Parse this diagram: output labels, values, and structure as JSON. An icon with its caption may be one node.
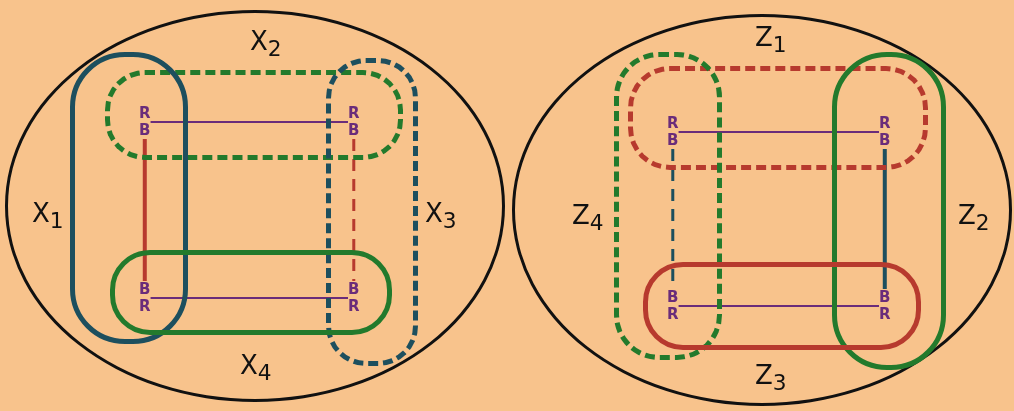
{
  "diagram": {
    "nodes": [
      {
        "text": [],
        "shape": "ellipse"
      },
      {
        "text": [
          "R",
          "B"
        ],
        "in": 0
      },
      {
        "text": [
          "R",
          "B"
        ],
        "in": 0
      },
      {
        "text": [
          "B",
          "R"
        ],
        "in": 0
      },
      {
        "text": [
          "B",
          "R"
        ],
        "in": 0
      },
      {
        "text": [],
        "shape": "ellipse"
      },
      {
        "text": [
          "R",
          "B"
        ],
        "in": 5
      },
      {
        "text": [
          "R",
          "B"
        ],
        "in": 5
      },
      {
        "text": [
          "B",
          "R"
        ],
        "in": 5
      },
      {
        "text": [
          "B",
          "R"
        ],
        "in": 5
      }
    ],
    "edges": [
      {
        "from": 1,
        "to": 2,
        "arrow": "none"
      },
      {
        "from": 3,
        "to": 4,
        "arrow": "none"
      },
      {
        "from": 1,
        "to": 3,
        "arrow": "none",
        "style": "thick",
        "color": "#b73a2e"
      },
      {
        "from": 2,
        "to": 4,
        "arrow": "none",
        "style": "dashed",
        "color": "#b73a2e"
      },
      {
        "from": 6,
        "to": 7,
        "arrow": "none"
      },
      {
        "from": 8,
        "to": 9,
        "arrow": "none"
      },
      {
        "from": 6,
        "to": 8,
        "arrow": "none",
        "style": "dashed",
        "color": "#1d4f5e"
      },
      {
        "from": 7,
        "to": 9,
        "arrow": "none",
        "style": "thick",
        "color": "#1d4f5e"
      }
    ],
    "labels": [
      "X$_{2}$",
      "Z$_{1}$",
      "X$_{1}$",
      "X$_{3}$",
      "Z$_{4}$",
      "Z$_{2}$",
      "X$_{4}$",
      "Z$_{3}$"
    ]
  }
}
